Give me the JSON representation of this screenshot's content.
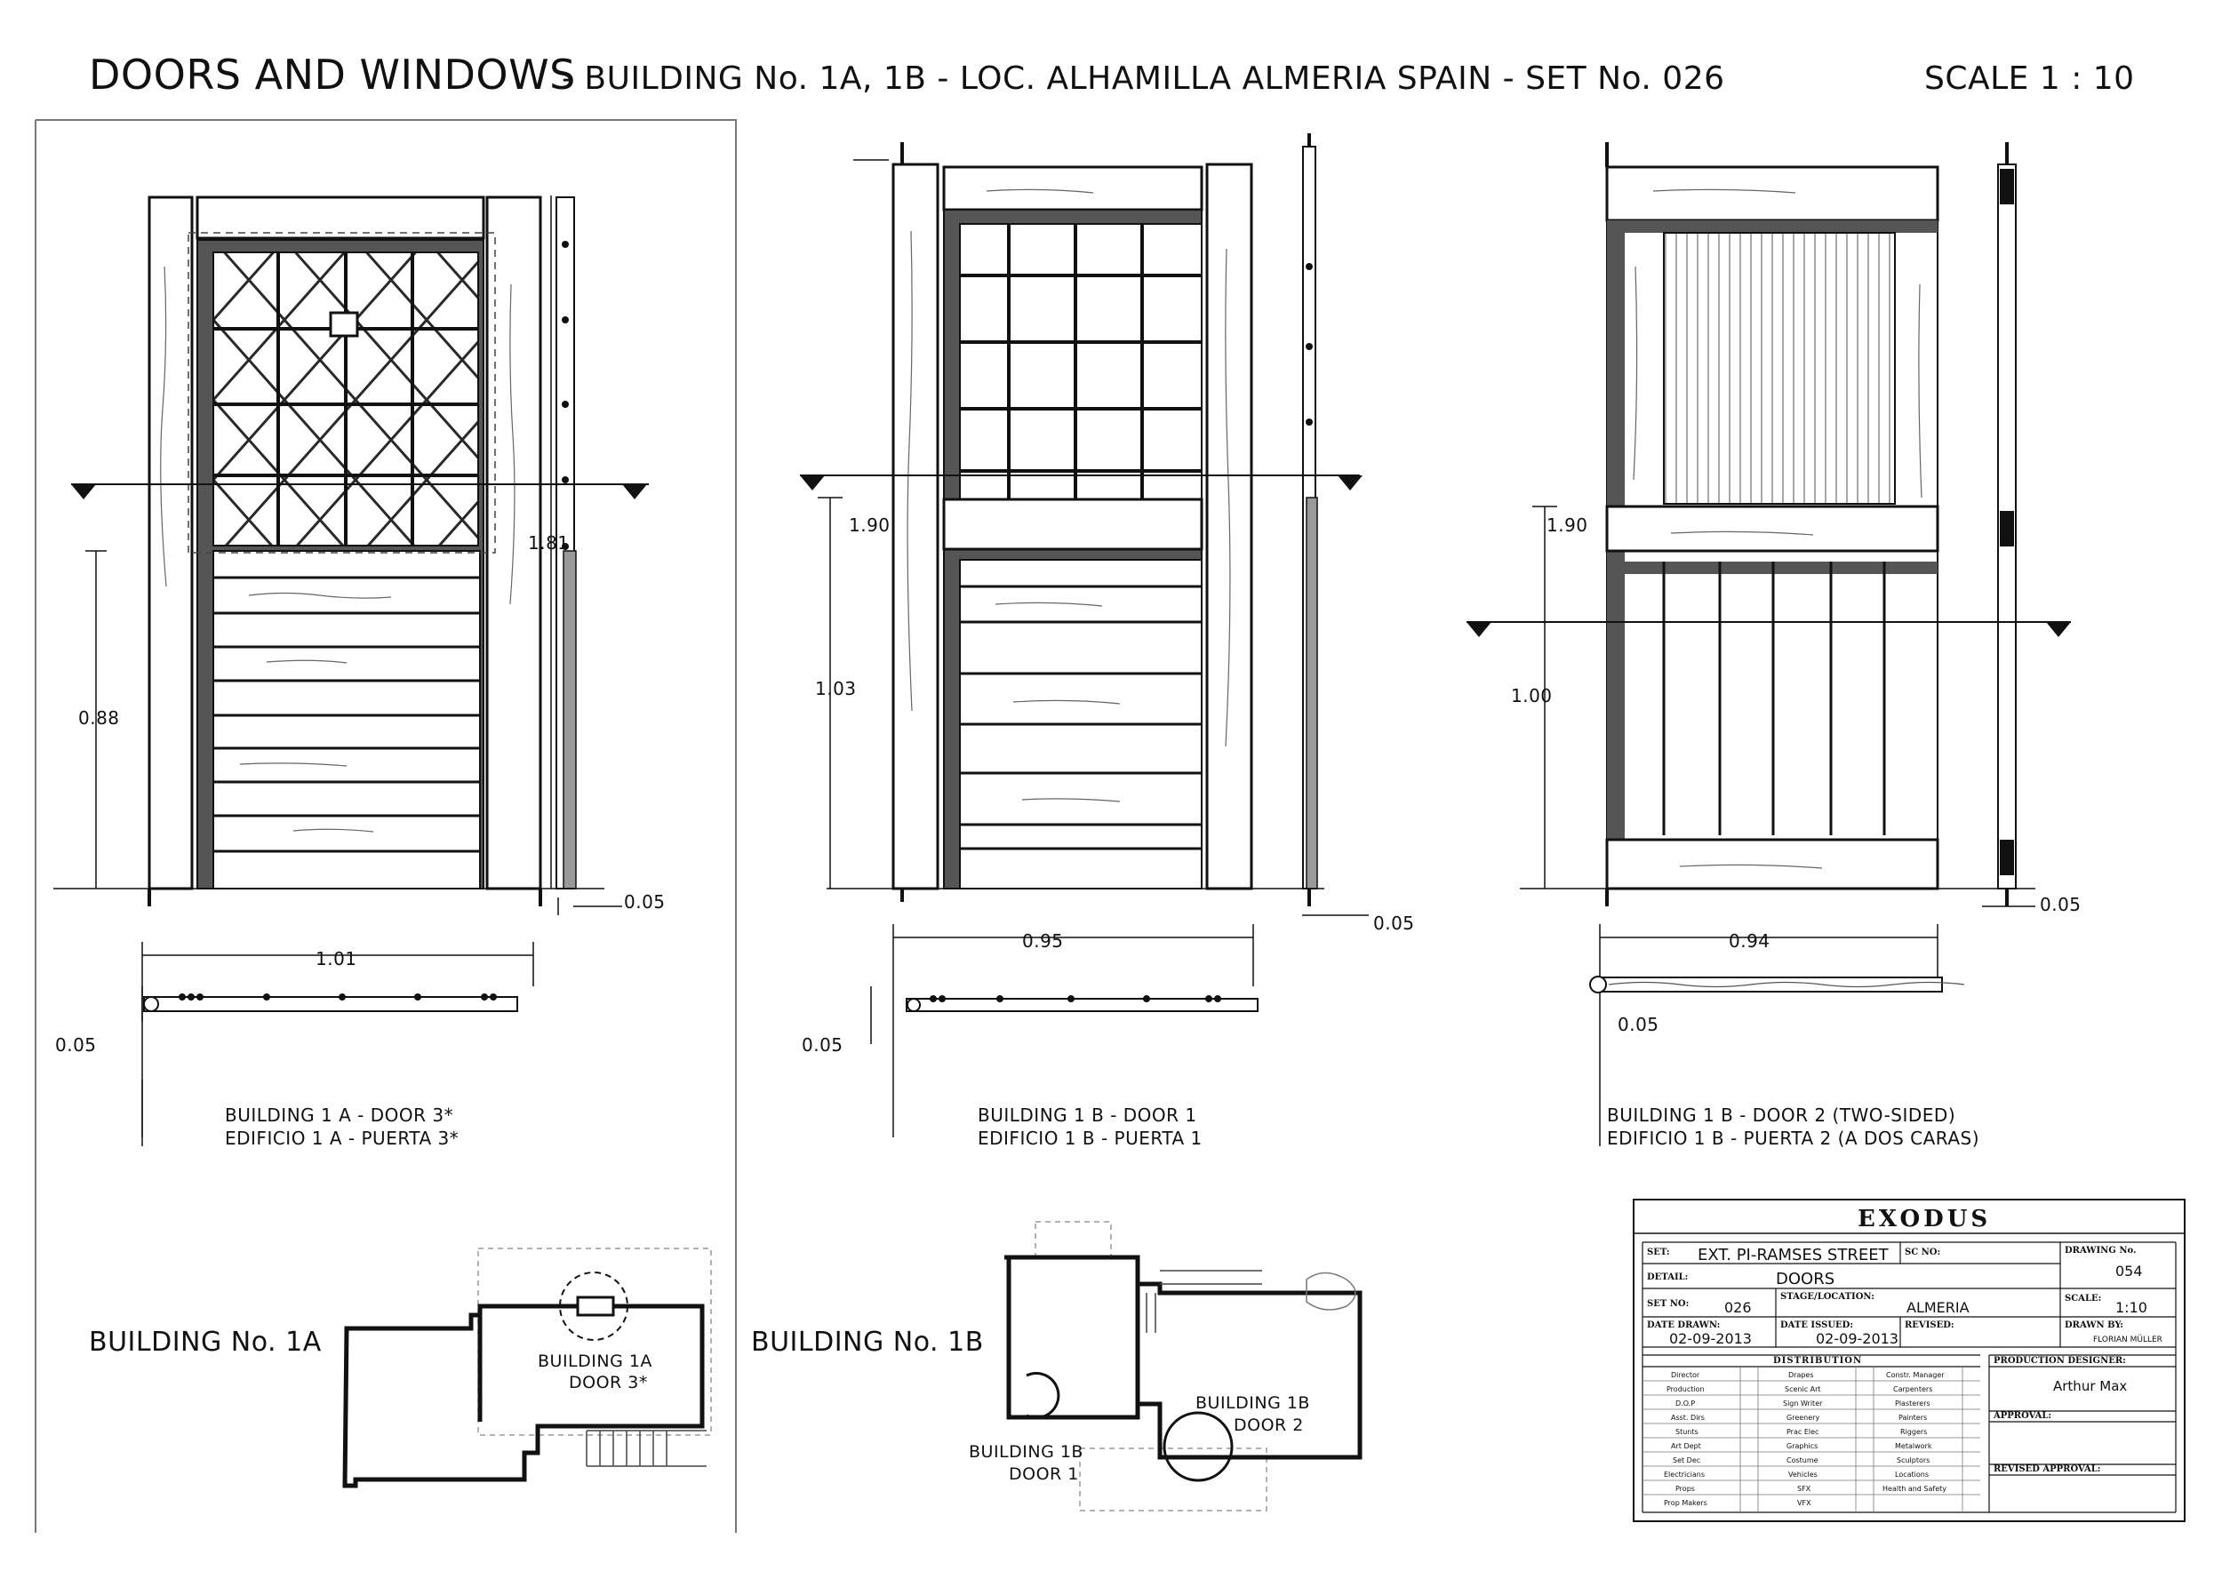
{
  "header": {
    "title": "DOORS AND WINDOWS",
    "subtitle": "- BUILDING No. 1A, 1B -  LOC. ALHAMILLA ALMERIA SPAIN - SET No. 026",
    "scale": "SCALE 1 : 10"
  },
  "doors": [
    {
      "label_en": "BUILDING 1 A - DOOR 3*",
      "label_es": "EDIFICIO 1 A - PUERTA 3*",
      "dim_height_lower": "0.88",
      "dim_height_total": "1.81",
      "dim_width": "1.01",
      "dim_thickness_side": "0.05",
      "dim_thickness_plan": "0.05"
    },
    {
      "label_en": "BUILDING 1 B - DOOR 1",
      "label_es": "EDIFICIO 1 B - PUERTA 1",
      "dim_height_total": "1.90",
      "dim_height_lower": "1.03",
      "dim_width": "0.95",
      "dim_thickness_side": "0.05",
      "dim_thickness_plan": "0.05"
    },
    {
      "label_en": "BUILDING 1 B - DOOR 2 (TWO-SIDED)",
      "label_es": "EDIFICIO 1 B - PUERTA 2 (A DOS CARAS)",
      "dim_height_total": "1.90",
      "dim_height_lower": "1.00",
      "dim_width": "0.94",
      "dim_thickness_side": "0.05",
      "dim_thickness_plan": "0.05"
    }
  ],
  "plans": {
    "plan_1a_title": "BUILDING No. 1A",
    "plan_1a_label_1": "BUILDING 1A",
    "plan_1a_label_2": "DOOR 3*",
    "plan_1b_title": "BUILDING No. 1B",
    "plan_1b_door2_label_1": "BUILDING 1B",
    "plan_1b_door2_label_2": "DOOR 2",
    "plan_1b_door1_label_1": "BUILDING 1B",
    "plan_1b_door1_label_2": "DOOR 1"
  },
  "title_block": {
    "production": "EXODUS",
    "set_label": "SET:",
    "set_value": "EXT. PI-RAMSES STREET",
    "sc_label": "SC NO:",
    "drawing_no_label": "DRAWING No.",
    "drawing_no_value": "054",
    "detail_label": "DETAIL:",
    "detail_value": "DOORS",
    "set_no_label": "SET NO:",
    "set_no_value": "026",
    "stage_label": "STAGE/LOCATION:",
    "stage_value": "ALMERIA",
    "scale_label": "SCALE:",
    "scale_value": "1:10",
    "date_drawn_label": "DATE DRAWN:",
    "date_drawn_value": "02-09-2013",
    "date_issued_label": "DATE ISSUED:",
    "date_issued_value": "02-09-2013",
    "revised_label": "REVISED:",
    "drawn_by_label": "DRAWN BY:",
    "drawn_by_value": "FLORIAN MÜLLER",
    "distribution_label": "DISTRIBUTION",
    "distribution_col1": [
      "Director",
      "Production",
      "D.O.P",
      "Asst. Dirs",
      "Stunts",
      "Art Dept",
      "Set Dec",
      "Electricians",
      "Props",
      "Prop Makers"
    ],
    "distribution_col2": [
      "Drapes",
      "Scenic Art",
      "Sign Writer",
      "Greenery",
      "Prac Elec",
      "Graphics",
      "Costume",
      "Vehicles",
      "SFX",
      "VFX"
    ],
    "distribution_col3": [
      "Constr. Manager",
      "Carpenters",
      "Plasterers",
      "Painters",
      "Riggers",
      "Metalwork",
      "Sculptors",
      "Locations",
      "Health and Safety"
    ],
    "production_designer_label": "PRODUCTION DESIGNER:",
    "production_designer_value": "Arthur Max",
    "approval_label": "APPROVAL:",
    "revised_approval_label": "REVISED APPROVAL:"
  }
}
